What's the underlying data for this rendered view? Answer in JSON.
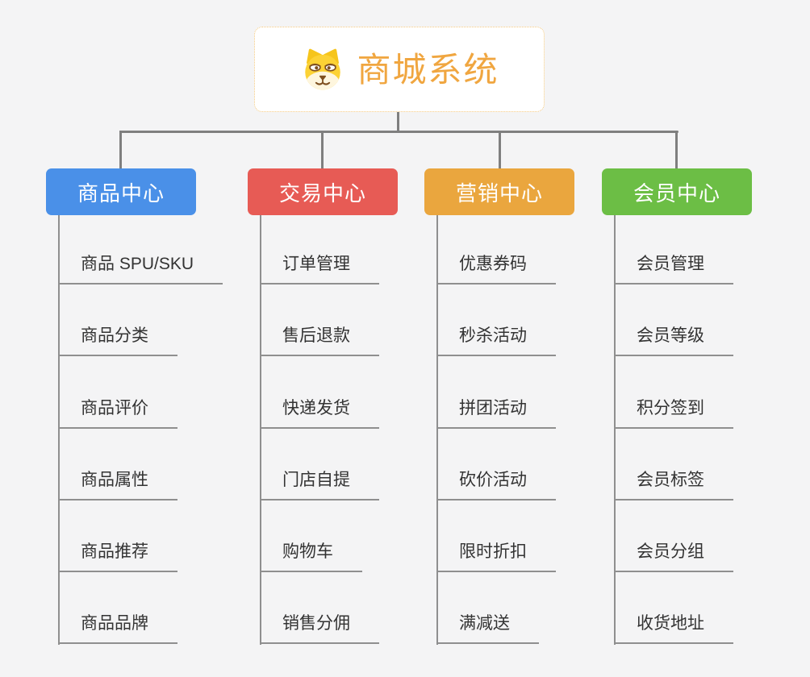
{
  "canvas": {
    "background": "#f4f4f5",
    "connector_color": "#7f7f7f"
  },
  "root": {
    "title": "商城系统",
    "icon": "dog-face-icon",
    "accent_color": "#f0a640",
    "border_color": "#f5c97e"
  },
  "branches": [
    {
      "id": "product",
      "label": "商品中心",
      "color": "#4a90e8",
      "items": [
        "商品 SPU/SKU",
        "商品分类",
        "商品评价",
        "商品属性",
        "商品推荐",
        "商品品牌"
      ]
    },
    {
      "id": "trade",
      "label": "交易中心",
      "color": "#e75b55",
      "items": [
        "订单管理",
        "售后退款",
        "快递发货",
        "门店自提",
        "购物车",
        "销售分佣"
      ]
    },
    {
      "id": "marketing",
      "label": "营销中心",
      "color": "#eaa63e",
      "items": [
        "优惠券码",
        "秒杀活动",
        "拼团活动",
        "砍价活动",
        "限时折扣",
        "满减送"
      ]
    },
    {
      "id": "member",
      "label": "会员中心",
      "color": "#6cbe45",
      "items": [
        "会员管理",
        "会员等级",
        "积分签到",
        "会员标签",
        "会员分组",
        "收货地址"
      ]
    }
  ]
}
